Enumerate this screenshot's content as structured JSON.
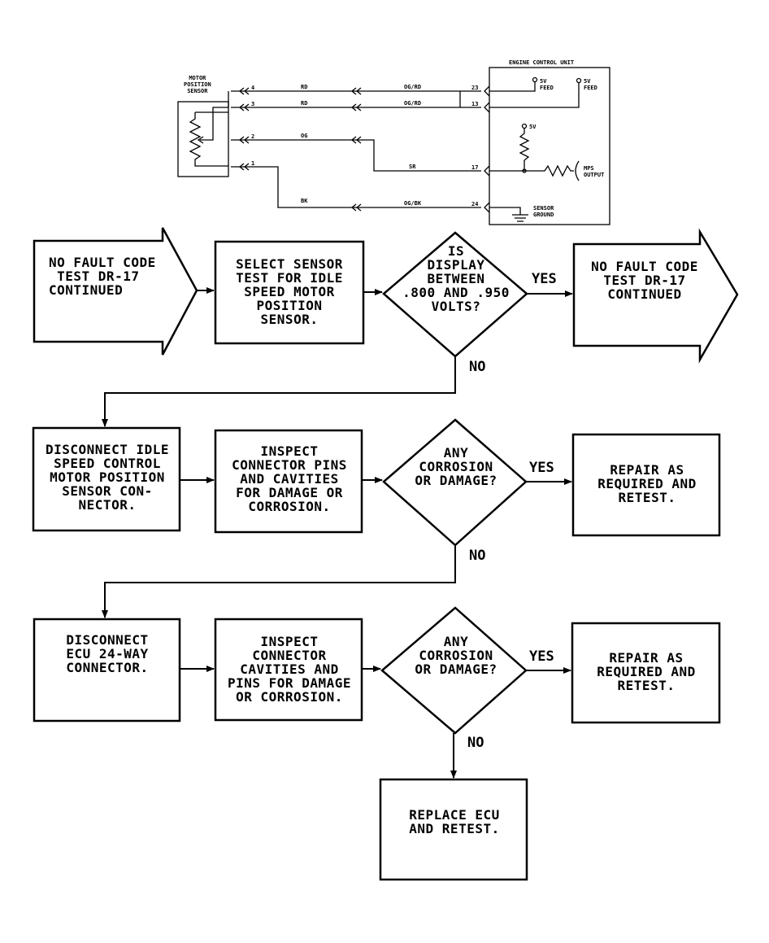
{
  "schematic": {
    "sensor_label": "MOTOR\nPOSITION\nSENSOR",
    "ecu_label": "ENGINE CONTROL UNIT",
    "pin_4": "4",
    "pin_3": "3",
    "pin_2": "2",
    "pin_1": "1",
    "wire_4": "RD",
    "wire_3": "RD",
    "wire_2": "OG",
    "wire_1": "BK",
    "wire_rd_right": "OG/RD",
    "wire_13_right": "OG/RD",
    "wire_17_right": "SR",
    "wire_24_right": "OG/BK",
    "ecu_pin_23": "23",
    "ecu_pin_13": "13",
    "ecu_pin_17": "17",
    "ecu_pin_24": "24",
    "feed_1": "5V\nFEED",
    "feed_2": "5V\nFEED",
    "ref_5v": "5V",
    "mps_output": "MPS\nOUTPUT",
    "sensor_ground": "SENSOR\nGROUND"
  },
  "row1": {
    "start": "NO FAULT CODE\n TEST DR-17\nCONTINUED",
    "action": "SELECT SENSOR\nTEST FOR IDLE\nSPEED MOTOR\nPOSITION\nSENSOR.",
    "decision": "IS\nDISPLAY\nBETWEEN\n.800 AND .950\nVOLTS?",
    "yes": "YES",
    "no": "NO",
    "end": "NO FAULT CODE\nTEST DR-17\nCONTINUED"
  },
  "row2": {
    "action1": "DISCONNECT IDLE\nSPEED CONTROL\nMOTOR POSITION\nSENSOR CON-\nNECTOR.",
    "action2": "INSPECT\nCONNECTOR PINS\nAND CAVITIES\nFOR DAMAGE OR\nCORROSION.",
    "decision": "ANY\nCORROSION\nOR DAMAGE?",
    "yes": "YES",
    "no": "NO",
    "result": "REPAIR AS\nREQUIRED AND\nRETEST."
  },
  "row3": {
    "action1": "DISCONNECT\nECU 24-WAY\nCONNECTOR.",
    "action2": "INSPECT\nCONNECTOR\nCAVITIES AND\nPINS FOR DAMAGE\nOR CORROSION.",
    "decision": "ANY\nCORROSION\nOR DAMAGE?",
    "yes": "YES",
    "no": "NO",
    "result": "REPAIR AS\nREQUIRED AND\nRETEST."
  },
  "final": {
    "action": "REPLACE ECU\nAND RETEST."
  }
}
